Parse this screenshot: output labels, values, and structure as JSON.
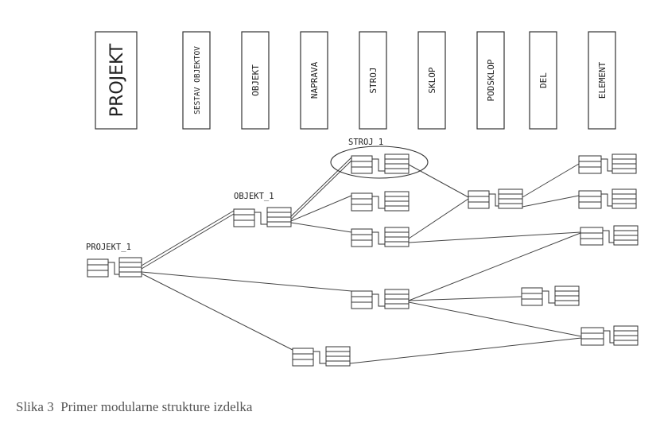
{
  "levels": [
    "PROJEKT",
    "SESTAV OBJEKTOV",
    "OBJEKT",
    "NAPRAVA",
    "STROJ",
    "SKLOP",
    "PODSKLOP",
    "DEL",
    "ELEMENT"
  ],
  "node_labels": {
    "projekt": "PROJEKT_1",
    "objekt": "OBJEKT_1",
    "stroj": "STROJ_1"
  },
  "caption": "Slika 3  Primer modularne strukture izdelka"
}
